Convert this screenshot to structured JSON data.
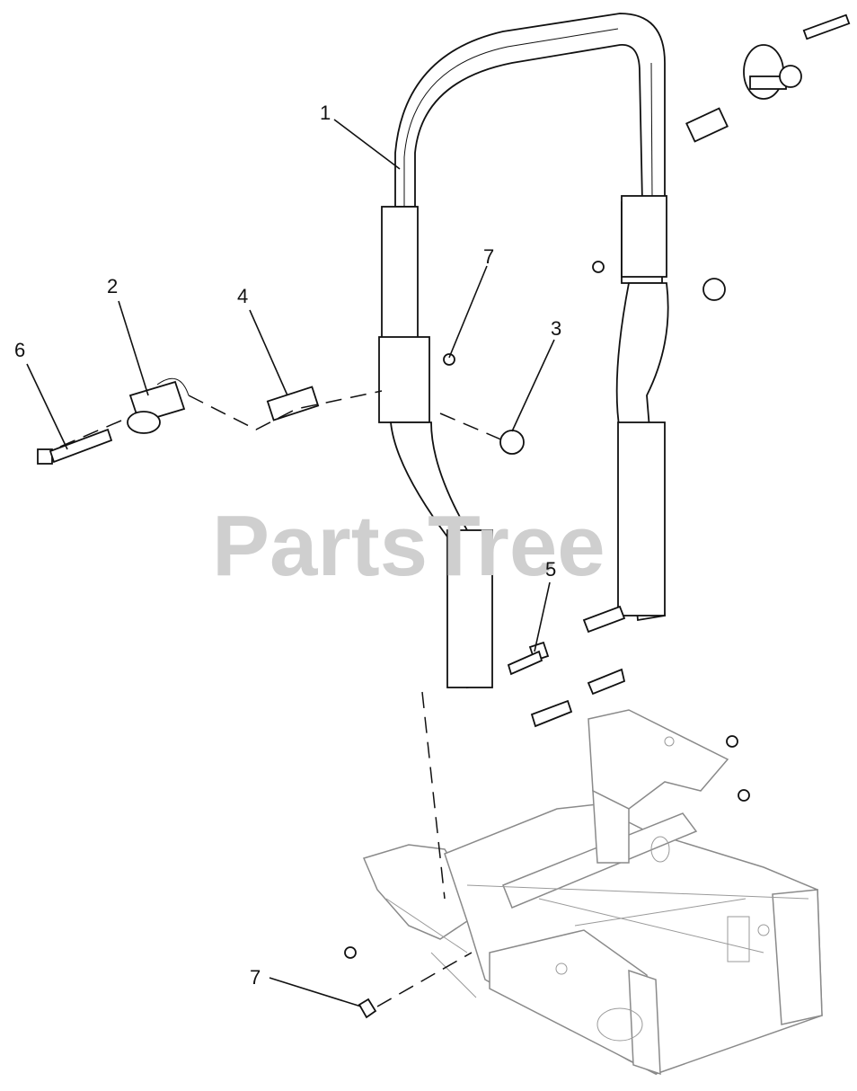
{
  "watermark": "PartsTree",
  "callouts": [
    {
      "id": "1",
      "label": "1"
    },
    {
      "id": "2",
      "label": "2"
    },
    {
      "id": "3",
      "label": "3"
    },
    {
      "id": "4",
      "label": "4"
    },
    {
      "id": "5",
      "label": "5"
    },
    {
      "id": "6",
      "label": "6"
    },
    {
      "id": "7a",
      "label": "7"
    },
    {
      "id": "7b",
      "label": "7"
    }
  ]
}
